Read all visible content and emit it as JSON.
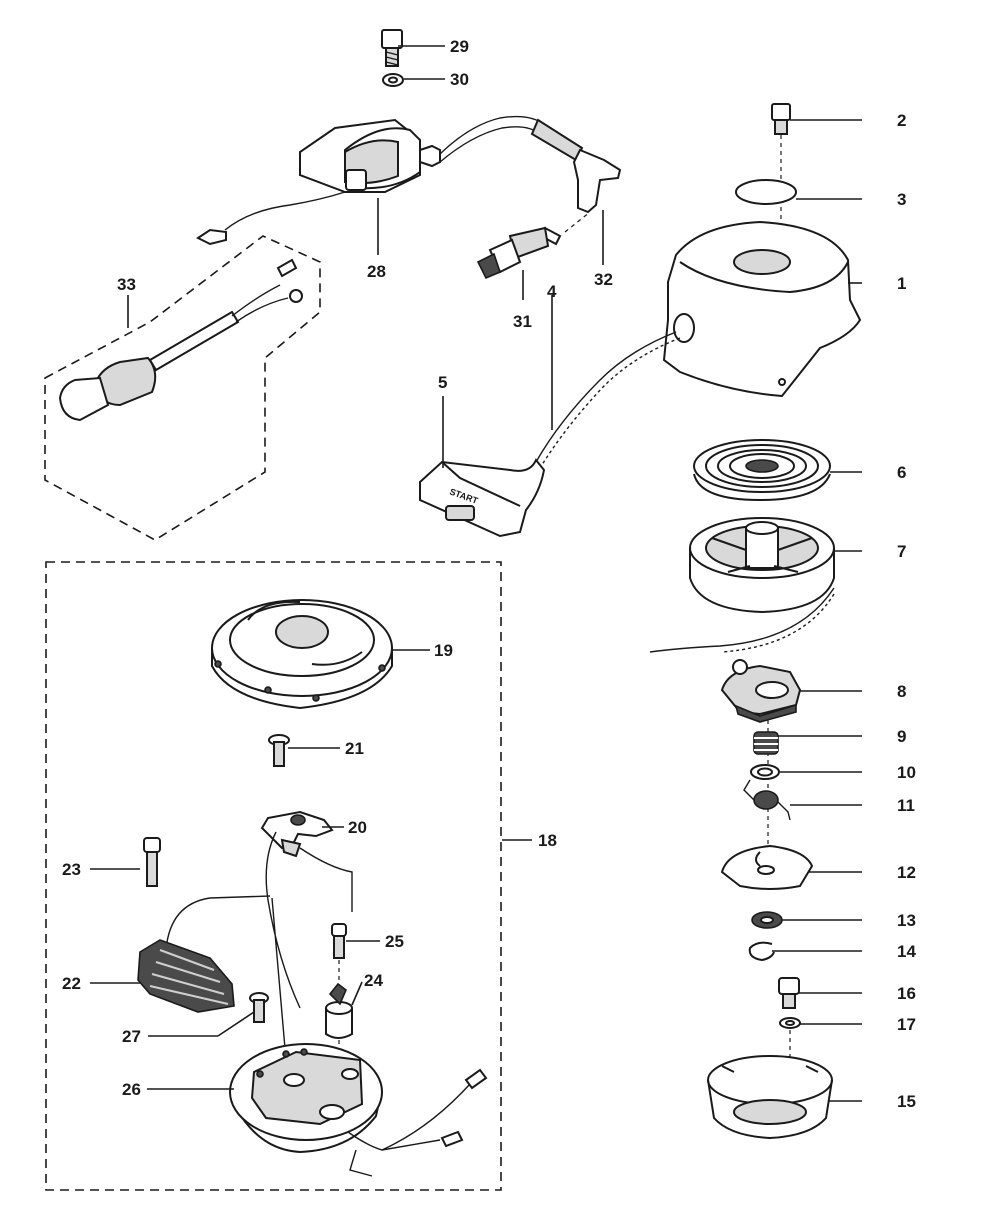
{
  "diagram": {
    "callouts": [
      {
        "id": "c1",
        "label": "1"
      },
      {
        "id": "c2",
        "label": "2"
      },
      {
        "id": "c3",
        "label": "3"
      },
      {
        "id": "c4",
        "label": "4"
      },
      {
        "id": "c5",
        "label": "5"
      },
      {
        "id": "c6",
        "label": "6"
      },
      {
        "id": "c7",
        "label": "7"
      },
      {
        "id": "c8",
        "label": "8"
      },
      {
        "id": "c9",
        "label": "9"
      },
      {
        "id": "c10",
        "label": "10"
      },
      {
        "id": "c11",
        "label": "11"
      },
      {
        "id": "c12",
        "label": "12"
      },
      {
        "id": "c13",
        "label": "13"
      },
      {
        "id": "c14",
        "label": "14"
      },
      {
        "id": "c15",
        "label": "15"
      },
      {
        "id": "c16",
        "label": "16"
      },
      {
        "id": "c17",
        "label": "17"
      },
      {
        "id": "c18",
        "label": "18"
      },
      {
        "id": "c19",
        "label": "19"
      },
      {
        "id": "c20",
        "label": "20"
      },
      {
        "id": "c21",
        "label": "21"
      },
      {
        "id": "c22",
        "label": "22"
      },
      {
        "id": "c23",
        "label": "23"
      },
      {
        "id": "c24",
        "label": "24"
      },
      {
        "id": "c25",
        "label": "25"
      },
      {
        "id": "c26",
        "label": "26"
      },
      {
        "id": "c27",
        "label": "27"
      },
      {
        "id": "c28",
        "label": "28"
      },
      {
        "id": "c29",
        "label": "29"
      },
      {
        "id": "c30",
        "label": "30"
      },
      {
        "id": "c31",
        "label": "31"
      },
      {
        "id": "c32",
        "label": "32"
      },
      {
        "id": "c33",
        "label": "33"
      }
    ],
    "handle_text": "START"
  }
}
